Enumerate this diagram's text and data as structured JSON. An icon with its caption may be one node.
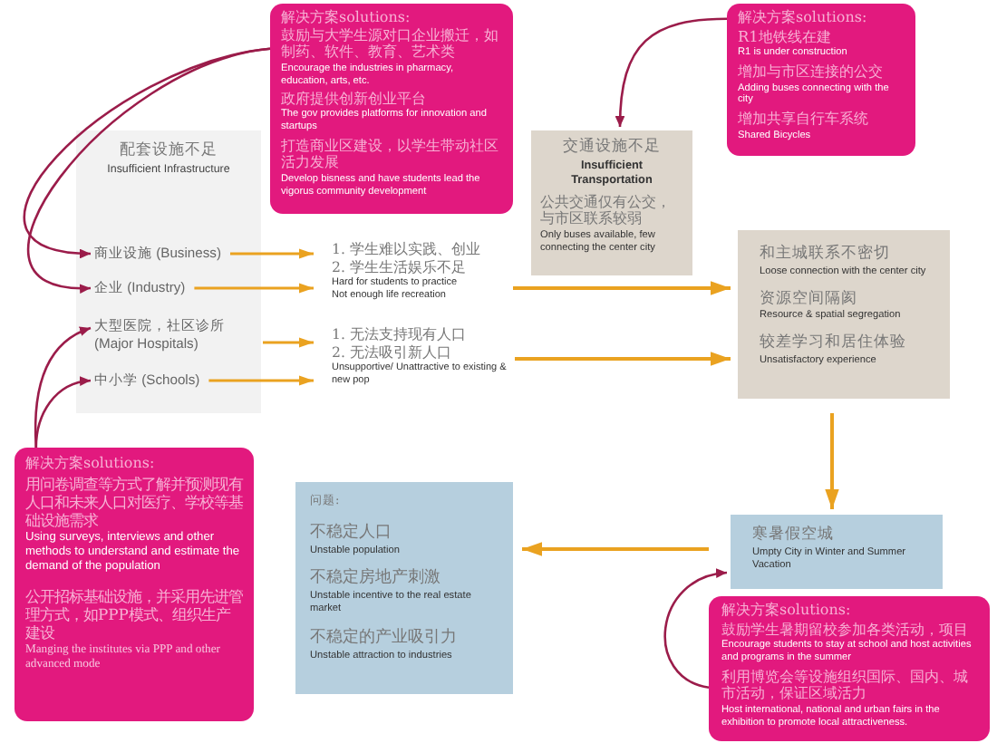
{
  "diagram": {
    "nodes": [
      {
        "text": [
          "解决方案solutions:",
          "鼓励与大学生源对口企业搬迁，如制药、软件、教育、艺术类",
          "Encourage the industries in pharmacy, education, arts, etc.",
          "政府提供创新创业平台",
          "The gov provides platforms for innovation and startups",
          "打造商业区建设，以学生带动社区活力发展",
          "Develop bisness and have students lead the vigorus community development"
        ]
      },
      {
        "text": [
          "解决方案solutions:",
          "R1地铁线在建",
          "R1 is under construction",
          "增加与市区连接的公交",
          "Adding buses connecting with the city",
          "增加共享自行车系统",
          "Shared Bicycles"
        ]
      },
      {
        "text": [
          "配套设施不足",
          "Insufficient Infrastructure"
        ]
      },
      {
        "text": [
          "商业设施 (Business)"
        ],
        "in": 2
      },
      {
        "text": [
          "企业 (Industry)"
        ],
        "in": 2
      },
      {
        "text": [
          "大型医院，社区诊所 (Major Hospitals)"
        ],
        "in": 2
      },
      {
        "text": [
          "中小学 (Schools)"
        ],
        "in": 2
      },
      {
        "text": [
          "交通设施不足",
          "Insufficient Transportation",
          "公共交通仅有公交，与市区联系较弱",
          "Only buses available, few connecting the center city"
        ]
      },
      {
        "text": [
          "1. 学生难以实践、创业",
          "2. 学生生活娱乐不足",
          "Hard for students to practice",
          "Not enough life recreation"
        ]
      },
      {
        "text": [
          "1. 无法支持现有人口",
          "2. 无法吸引新人口",
          "Unsupportive/ Unattractive to existing & new pop"
        ]
      },
      {
        "text": [
          "和主城联系不密切",
          "Loose connection with the center city",
          "资源空间隔阂",
          "Resource & spatial segregation",
          "较差学习和居住体验",
          "Unsatisfactory experience"
        ]
      },
      {
        "text": [
          "解决方案solutions:",
          "用问卷调查等方式了解并预测现有人口和未来人口对医疗、学校等基础设施需求",
          "Using surveys, interviews and other methods to understand and estimate the demand of the population",
          "公开招标基础设施，并采用先进管理方式，如PPP模式、组织生产建设",
          "Manging the institutes via PPP and other advanced mode"
        ]
      },
      {
        "text": [
          "寒暑假空城",
          "Umpty City in Winter and Summer Vacation"
        ]
      },
      {
        "text": [
          "问题:",
          "不稳定人口",
          "Unstable population",
          "不稳定房地产刺激",
          "Unstable incentive to the real estate market",
          "不稳定的产业吸引力",
          "Unstable attraction to industries"
        ]
      },
      {
        "text": [
          "解决方案solutions:",
          "鼓励学生暑期留校参加各类活动，项目",
          "Encourage students to stay at school and host activities and programs in the summer",
          "利用博览会等设施组织国际、国内、城市活动，保证区域活力",
          "Host international, national and urban fairs in the exhibition to promote local attractiveness."
        ]
      }
    ],
    "edges": [
      {
        "from": 0,
        "to": 3,
        "arrow": "to",
        "color": "#9b1c4a"
      },
      {
        "from": 0,
        "to": 4,
        "arrow": "to",
        "color": "#9b1c4a"
      },
      {
        "from": 11,
        "to": 5,
        "arrow": "to",
        "color": "#9b1c4a"
      },
      {
        "from": 11,
        "to": 6,
        "arrow": "to",
        "color": "#9b1c4a"
      },
      {
        "from": 1,
        "to": 7,
        "arrow": "to",
        "color": "#9b1c4a"
      },
      {
        "from": 3,
        "to": 8,
        "arrow": "to"
      },
      {
        "from": 4,
        "to": 8,
        "arrow": "to"
      },
      {
        "from": 5,
        "to": 9,
        "arrow": "to"
      },
      {
        "from": 6,
        "to": 9,
        "arrow": "to"
      },
      {
        "from": 8,
        "to": 10,
        "arrow": "to"
      },
      {
        "from": 9,
        "to": 10,
        "arrow": "to"
      },
      {
        "from": 10,
        "to": 12,
        "arrow": "to"
      },
      {
        "from": 12,
        "to": 13,
        "arrow": "to"
      },
      {
        "from": 14,
        "to": 12,
        "arrow": "to",
        "color": "#9b1c4a"
      }
    ]
  }
}
